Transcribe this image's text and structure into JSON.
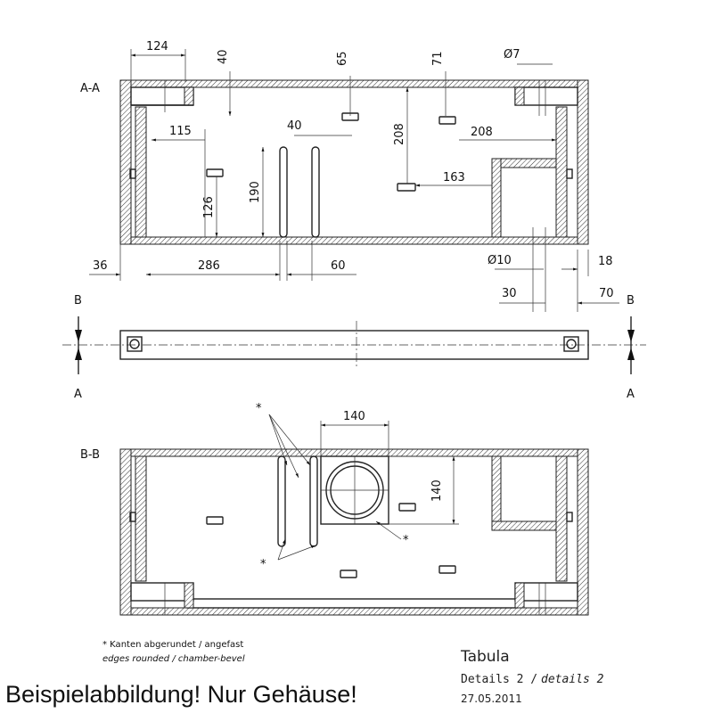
{
  "sections": {
    "aa": "A-A",
    "bb": "B-B",
    "b_top_left": "B",
    "b_top_right": "B",
    "a_bottom_left": "A",
    "a_bottom_right": "A"
  },
  "dimensions_aa": {
    "d124": "124",
    "d40_top": "40",
    "d65": "65",
    "d71": "71",
    "d7": "Ø7",
    "d115": "115",
    "d40_mid": "40",
    "d208_v": "208",
    "d208_h": "208",
    "d190": "190",
    "d126": "126",
    "d163": "163",
    "d36": "36",
    "d286": "286",
    "d60": "60",
    "d10": "Ø10",
    "d18": "18",
    "d30": "30",
    "d70": "70"
  },
  "dimensions_bb": {
    "star_top": "*",
    "d140_h": "140",
    "d140_v": "140",
    "star_right": "*",
    "star_bottom": "*"
  },
  "notes": {
    "line1": "* Kanten abgerundet / angefast",
    "line2": "edges rounded / chamber-bevel"
  },
  "title_block": {
    "title": "Tabula",
    "details_regular": "Details 2 /",
    "details_italic": "details 2",
    "date": "27.05.2011"
  },
  "watermark": "Beispielabbildung! Nur Gehäuse!"
}
